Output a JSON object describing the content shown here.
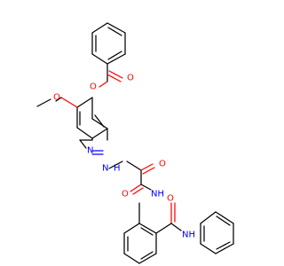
{
  "colors": {
    "bond": "#000000",
    "oxygen": "#ff0000",
    "nitrogen": "#0000ff",
    "background": "#ffffff"
  },
  "atoms": {
    "o_ester_carbonyl": "O",
    "o_ester": "O",
    "o_methoxy": "O",
    "o_oxalyl_1": "O",
    "o_oxalyl_2": "O",
    "o_amide": "O",
    "n_imine": "N",
    "nh_hydrazide": "N",
    "h_hydrazide": "H",
    "nh_oxamide": "NH",
    "nh_anilide": "NH"
  }
}
